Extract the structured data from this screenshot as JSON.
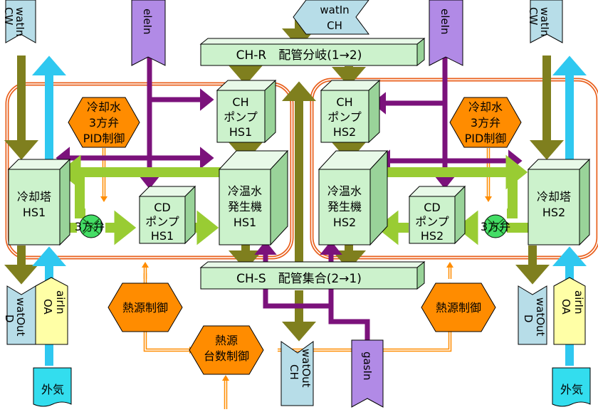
{
  "inputs": {
    "watin_cw_left": [
      "watIn",
      "CW"
    ],
    "elein_left": "eleIn",
    "watin_ch": [
      "watIn",
      "CH"
    ],
    "elein_right": "eleIn",
    "watin_cw_right": [
      "watIn",
      "CW"
    ]
  },
  "header": {
    "ch_r": "CH-R　配管分岐(1→2)",
    "ch_s": "CH-S　配管集合(2→1)"
  },
  "left_system": {
    "ch_pump": [
      "CH",
      "ポンプ",
      "HS1"
    ],
    "pid": [
      "冷却水",
      "3方弁",
      "PID制御"
    ],
    "tower": [
      "冷却塔",
      "HS1"
    ],
    "cd_pump": [
      "CD",
      "ポンプ",
      "HS1"
    ],
    "generator": [
      "冷温水",
      "発生機",
      "HS1"
    ],
    "valve": "3方弁"
  },
  "right_system": {
    "ch_pump": [
      "CH",
      "ポンプ",
      "HS2"
    ],
    "pid": [
      "冷却水",
      "3方弁",
      "PID制御"
    ],
    "tower": [
      "冷却塔",
      "HS2"
    ],
    "cd_pump": [
      "CD",
      "ポンプ",
      "HS2"
    ],
    "generator": [
      "冷温水",
      "発生機",
      "HS2"
    ],
    "valve": "3方弁"
  },
  "outputs": {
    "watout_d_left": [
      "watOut",
      "D"
    ],
    "airin_oa_left": [
      "airIn",
      "OA"
    ],
    "watout_ch": [
      "watOut",
      "CH"
    ],
    "gasin": "gasIn",
    "watout_d_right": [
      "watOut",
      "D"
    ],
    "airin_oa_right": [
      "airIn",
      "OA"
    ]
  },
  "control": {
    "heat_left": "熱源制御",
    "heat_right": "熱源制御",
    "count": [
      "熱源",
      "台数制御"
    ]
  },
  "outside": {
    "left": "外気",
    "right": "外気"
  },
  "colors": {
    "olive": "#7f7f1e",
    "cyan": "#2fc8f0",
    "purple": "#7b127b",
    "lime": "#99cc33",
    "orange": "#ff8c00",
    "box_face": "#ccf2cc",
    "box_side": "#99d399",
    "lavender": "#b18ae6",
    "paleblue": "#b7dde8",
    "paleyellow": "#ffffa6",
    "sky": "#33ddee",
    "frame": "#e9601d"
  }
}
